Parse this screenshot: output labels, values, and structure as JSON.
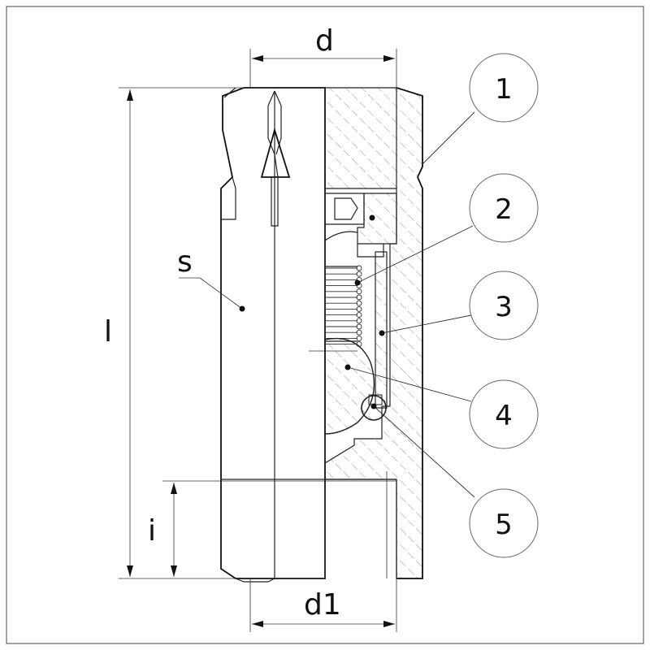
{
  "dimensions": {
    "top_width": "d",
    "bottom_width": "d1",
    "length": "l",
    "thread_length": "i",
    "hex_size": "s"
  },
  "callouts": [
    "1",
    "2",
    "3",
    "4",
    "5"
  ],
  "colors": {
    "line": "#222222",
    "hatch": "#777777",
    "background": "#ffffff"
  }
}
